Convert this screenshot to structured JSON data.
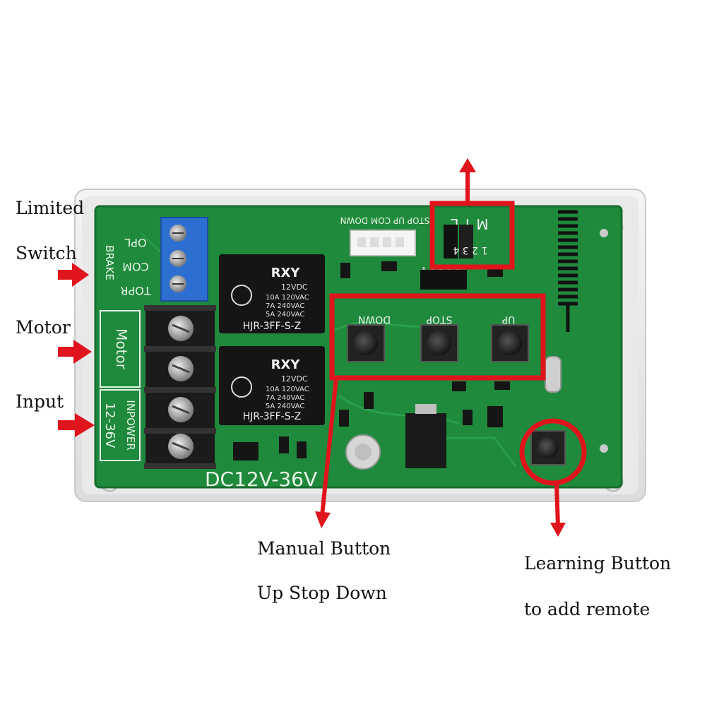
{
  "annotations": {
    "limited": "Limited",
    "switch": "Switch",
    "motor": "Motor",
    "input": "Input",
    "manual_line1": "Manual Button",
    "manual_line2": "Up Stop Down",
    "learning_line1": "Learning Button",
    "learning_line2": "to add remote"
  },
  "board": {
    "limit_terminal_labels": [
      "OPL",
      "COM",
      "TOPR"
    ],
    "brake_label": "BRAKE",
    "motor_label": "Motor",
    "input_label_1": "12-36V",
    "input_label_2": "INPOWER",
    "voltage_label": "DC12V-36V",
    "connector_label": "STOP UP COM DOWN",
    "jumper_letters": "M T L",
    "jumper_numbers": "1 2 3 4",
    "relays": [
      {
        "brand": "RXY",
        "lines": [
          "12VDC",
          "10A 120VAC",
          "7A 240VAC",
          "5A 240VAC"
        ],
        "model": "HJR-3FF-S-Z"
      },
      {
        "brand": "RXY",
        "lines": [
          "12VDC",
          "10A 120VAC",
          "7A 240VAC",
          "5A 240VAC"
        ],
        "model": "HJR-3FF-S-Z"
      }
    ],
    "button_labels": [
      "DOWN",
      "STOP",
      "UP"
    ]
  },
  "colors": {
    "pcb": "#1f8a3c",
    "highlight": "#e0141c",
    "enclosure": "#ececec"
  }
}
